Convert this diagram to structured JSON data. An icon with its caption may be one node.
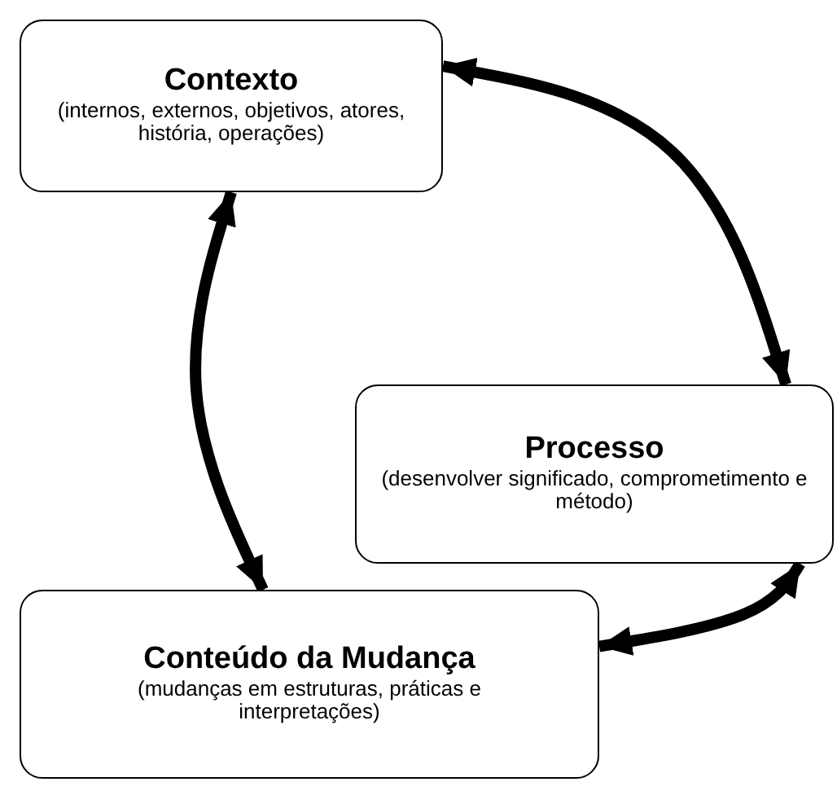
{
  "diagram": {
    "nodes": [
      {
        "text": [
          "Contexto",
          "(internos, externos, objetivos, atores, história, operações)"
        ]
      },
      {
        "text": [
          "Processo",
          "(desenvolver significado, comprometimento e método)"
        ]
      },
      {
        "text": [
          "Conteúdo da Mudança",
          "(mudanças em estruturas, práticas e interpretações)"
        ]
      }
    ],
    "edges": [
      {
        "from": 0,
        "to": 1,
        "arrow": "both"
      },
      {
        "from": 0,
        "to": 2,
        "arrow": "both"
      },
      {
        "from": 1,
        "to": 2,
        "arrow": "both"
      }
    ]
  }
}
